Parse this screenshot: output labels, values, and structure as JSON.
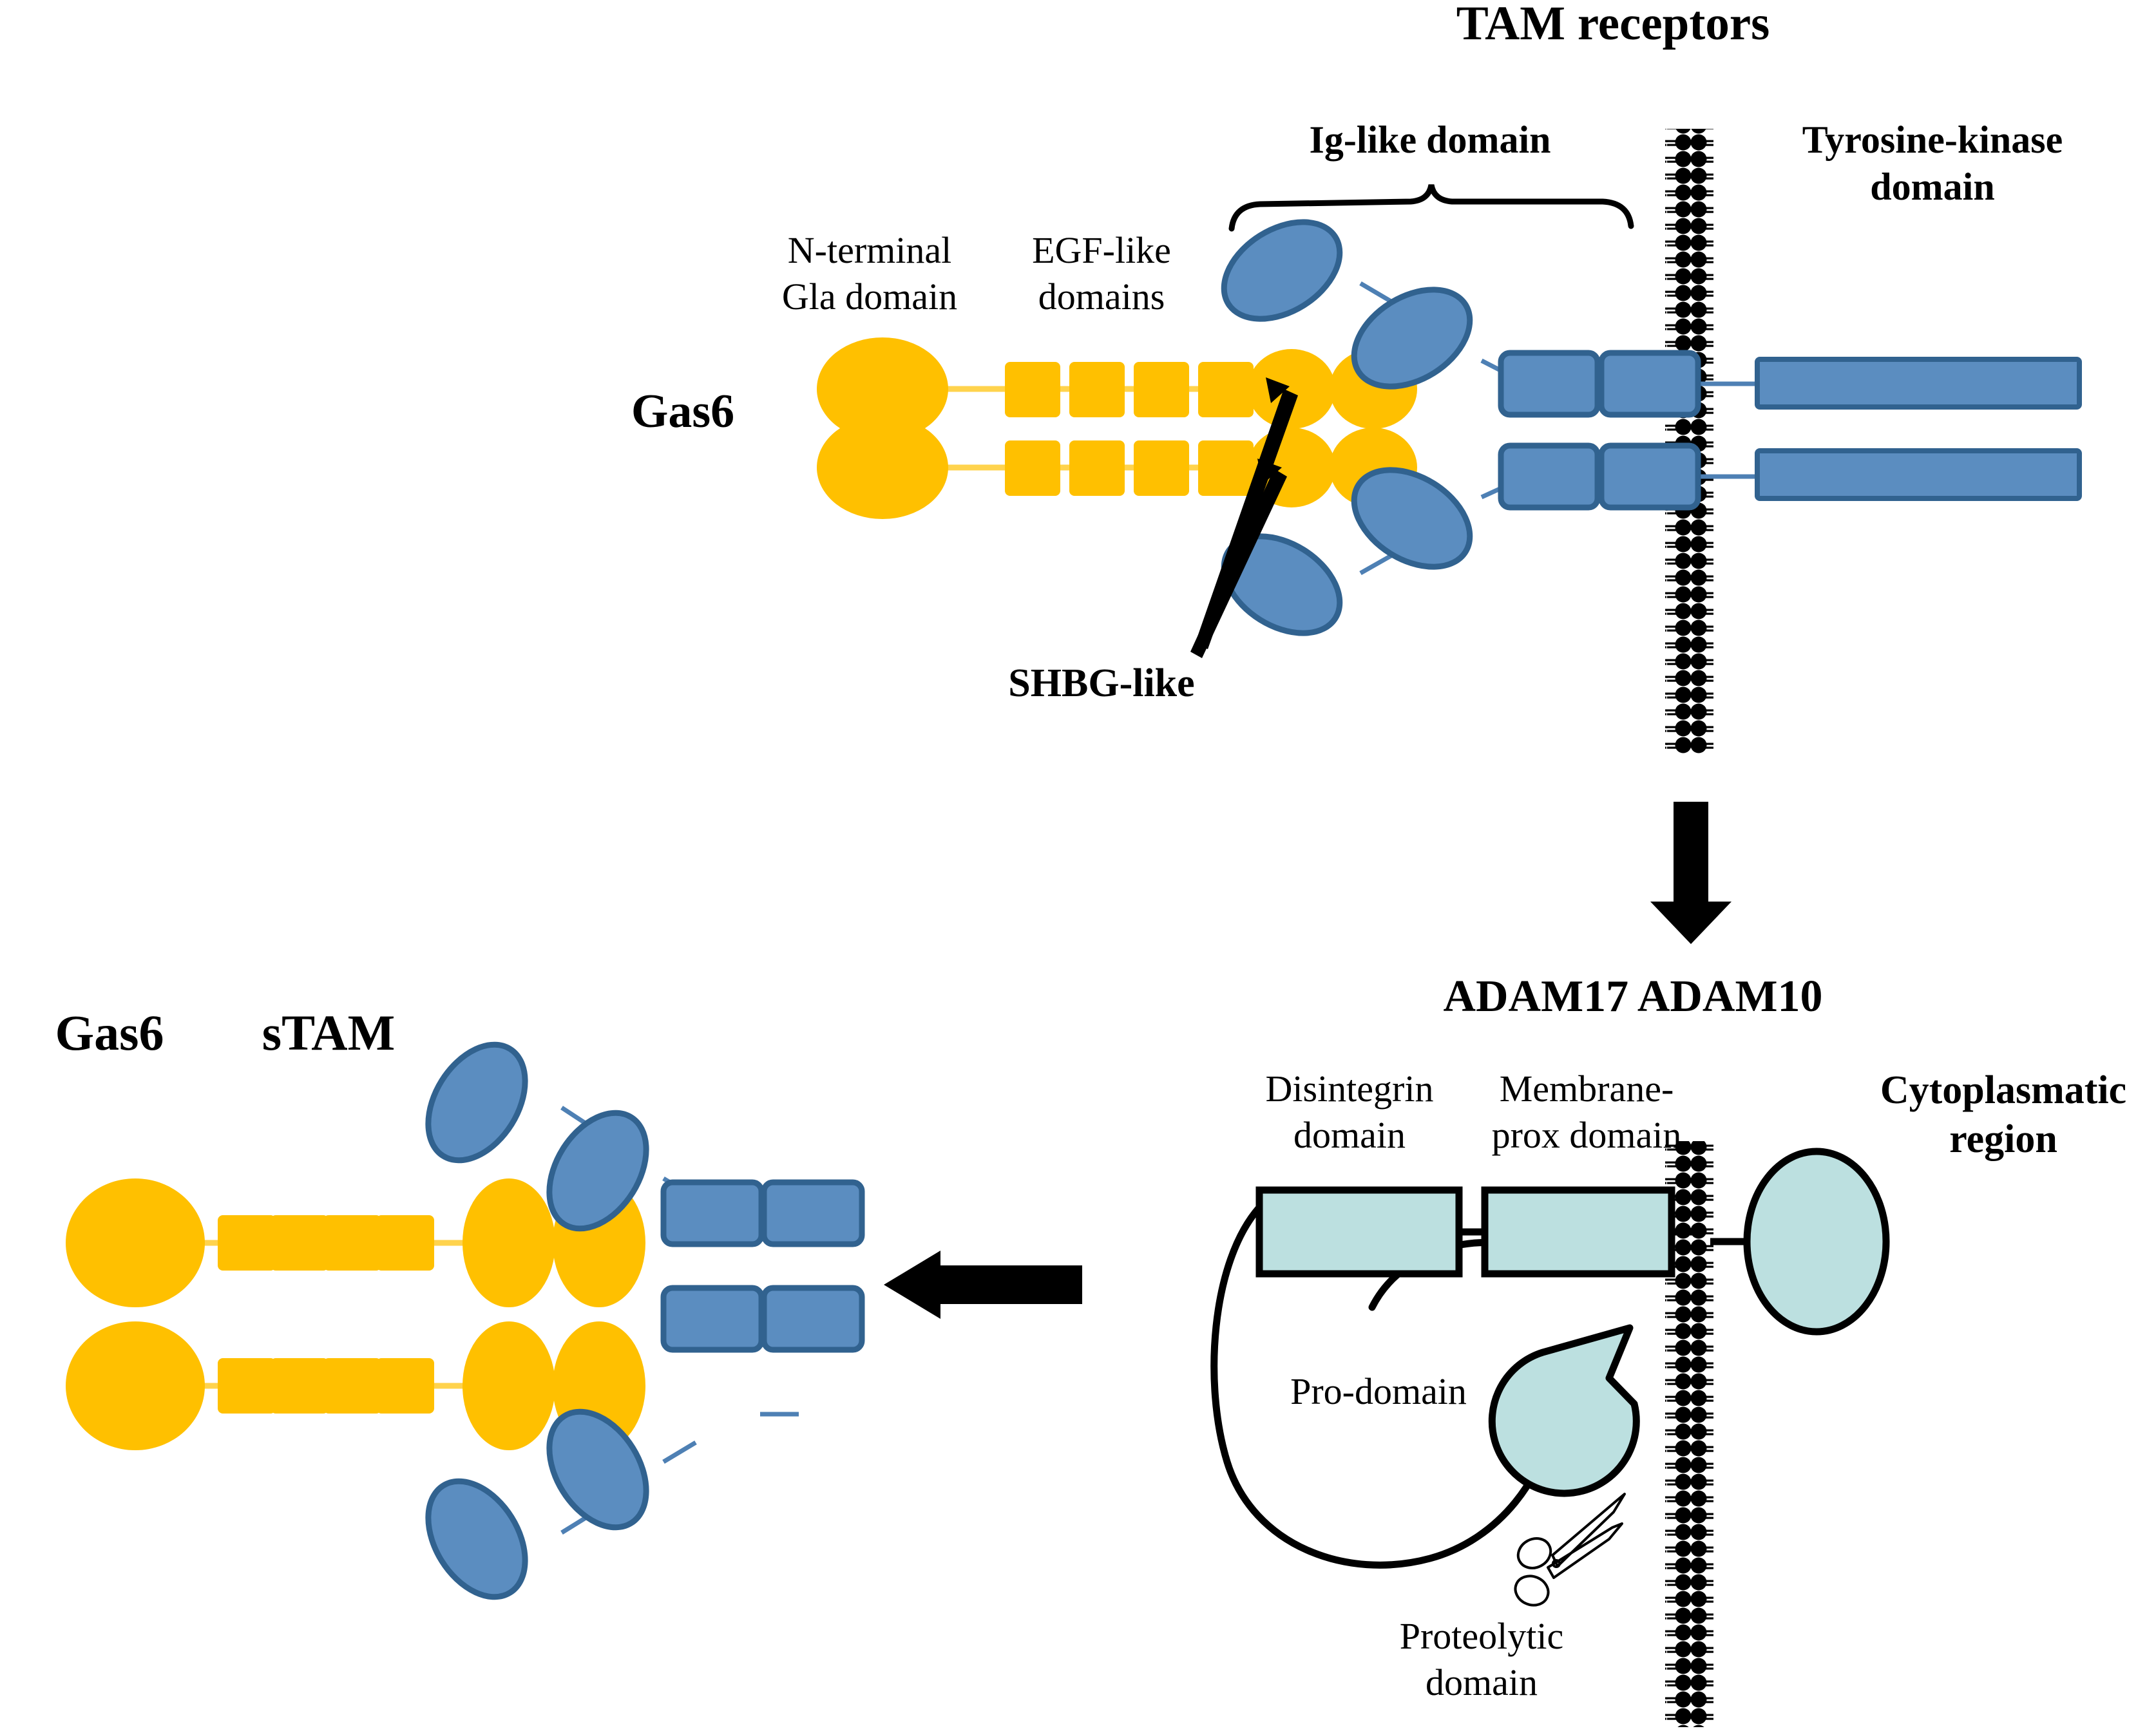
{
  "diagram": {
    "title": "TAM receptor shedding by ADAM17/ADAM10 producing soluble TAM",
    "colors": {
      "gas6_yellow": "#FFC000",
      "gas6_link": "#FFD34D",
      "receptor_blue_fill": "#5B8DC0",
      "receptor_blue_border": "#31628F",
      "adam_cyan_fill": "#BCE0E0",
      "adam_outline": "#000000",
      "membrane_black": "#000000",
      "arrow_black": "#000000",
      "text_black": "#000000"
    }
  },
  "top_panel": {
    "heading": "TAM receptors",
    "ig_like_label": "Ig-like domain",
    "tyrosine_kinase_label_line1": "Tyrosine-kinase",
    "tyrosine_kinase_label_line2": "domain",
    "n_terminal_label_line1": "N-terminal",
    "n_terminal_label_line2": "Gla domain",
    "egf_label_line1": "EGF-like",
    "egf_label_line2": "domains",
    "gas6_label": "Gas6",
    "shbg_label": "SHBG-like",
    "gas6_egf_repeat_count": 4,
    "ig_like_ellipse_count_per_chain": 2,
    "fn3_box_count_per_chain": 2,
    "kinase_bar_count": 2
  },
  "bottom_panel": {
    "heading": "ADAM17 ADAM10",
    "disintegrin_label_line1": "Disintegrin",
    "disintegrin_label_line2": "domain",
    "membrane_prox_label_line1": "Membrane-",
    "membrane_prox_label_line2": "prox domain",
    "cytoplasmatic_label_line1": "Cytoplasmatic",
    "cytoplasmatic_label_line2": "region",
    "pro_domain_label": "Pro-domain",
    "proteolytic_label_line1": "Proteolytic",
    "proteolytic_label_line2": "domain",
    "scissors_icon": "scissors-icon"
  },
  "product_panel": {
    "gas6_label": "Gas6",
    "stam_label": "sTAM",
    "gas6_egf_repeat_count": 4,
    "ig_like_ellipse_count_per_chain": 2,
    "fn3_box_count_per_chain": 2
  },
  "arrows": {
    "down_arrow": "down-arrow",
    "left_arrow": "left-arrow",
    "shbg_pointer_count": 2
  }
}
